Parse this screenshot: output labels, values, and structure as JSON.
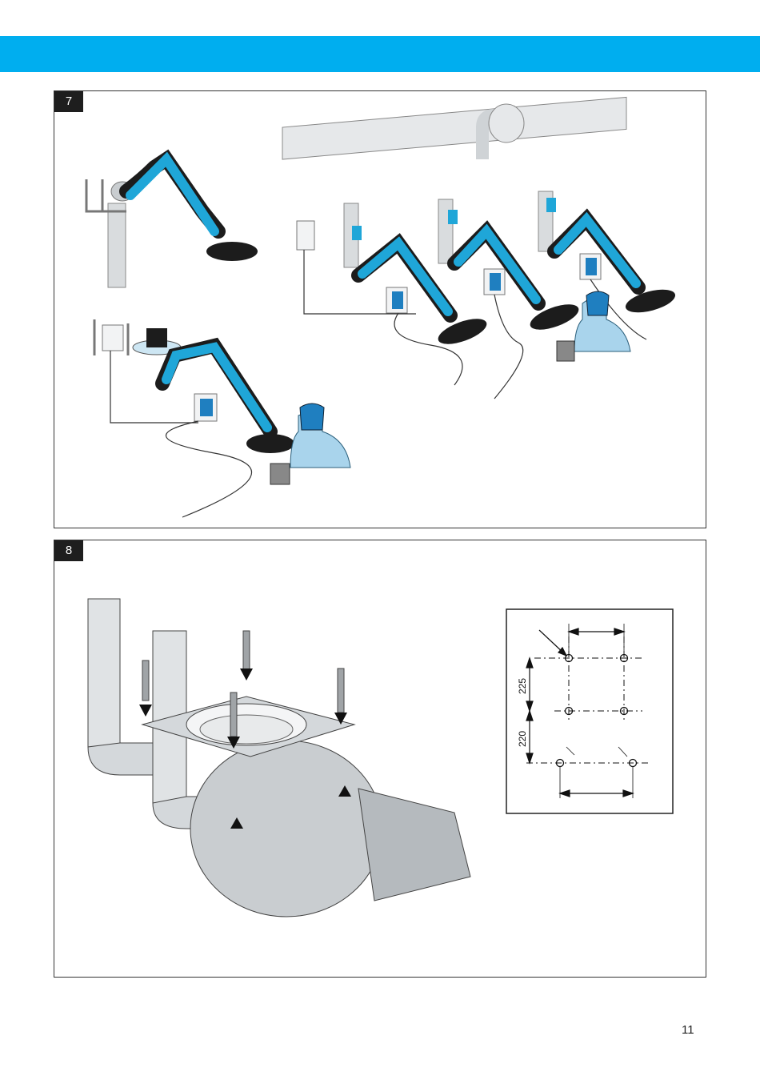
{
  "header": {
    "color": "#00aeef"
  },
  "figures": [
    {
      "number": "7"
    },
    {
      "number": "8",
      "dimensions": [
        "225",
        "220"
      ]
    }
  ],
  "page_number": "11",
  "colors": {
    "arm_blue": "#1fa6d8",
    "hose_black": "#1c1c1c",
    "metal_grey": "#cfd3d6"
  }
}
